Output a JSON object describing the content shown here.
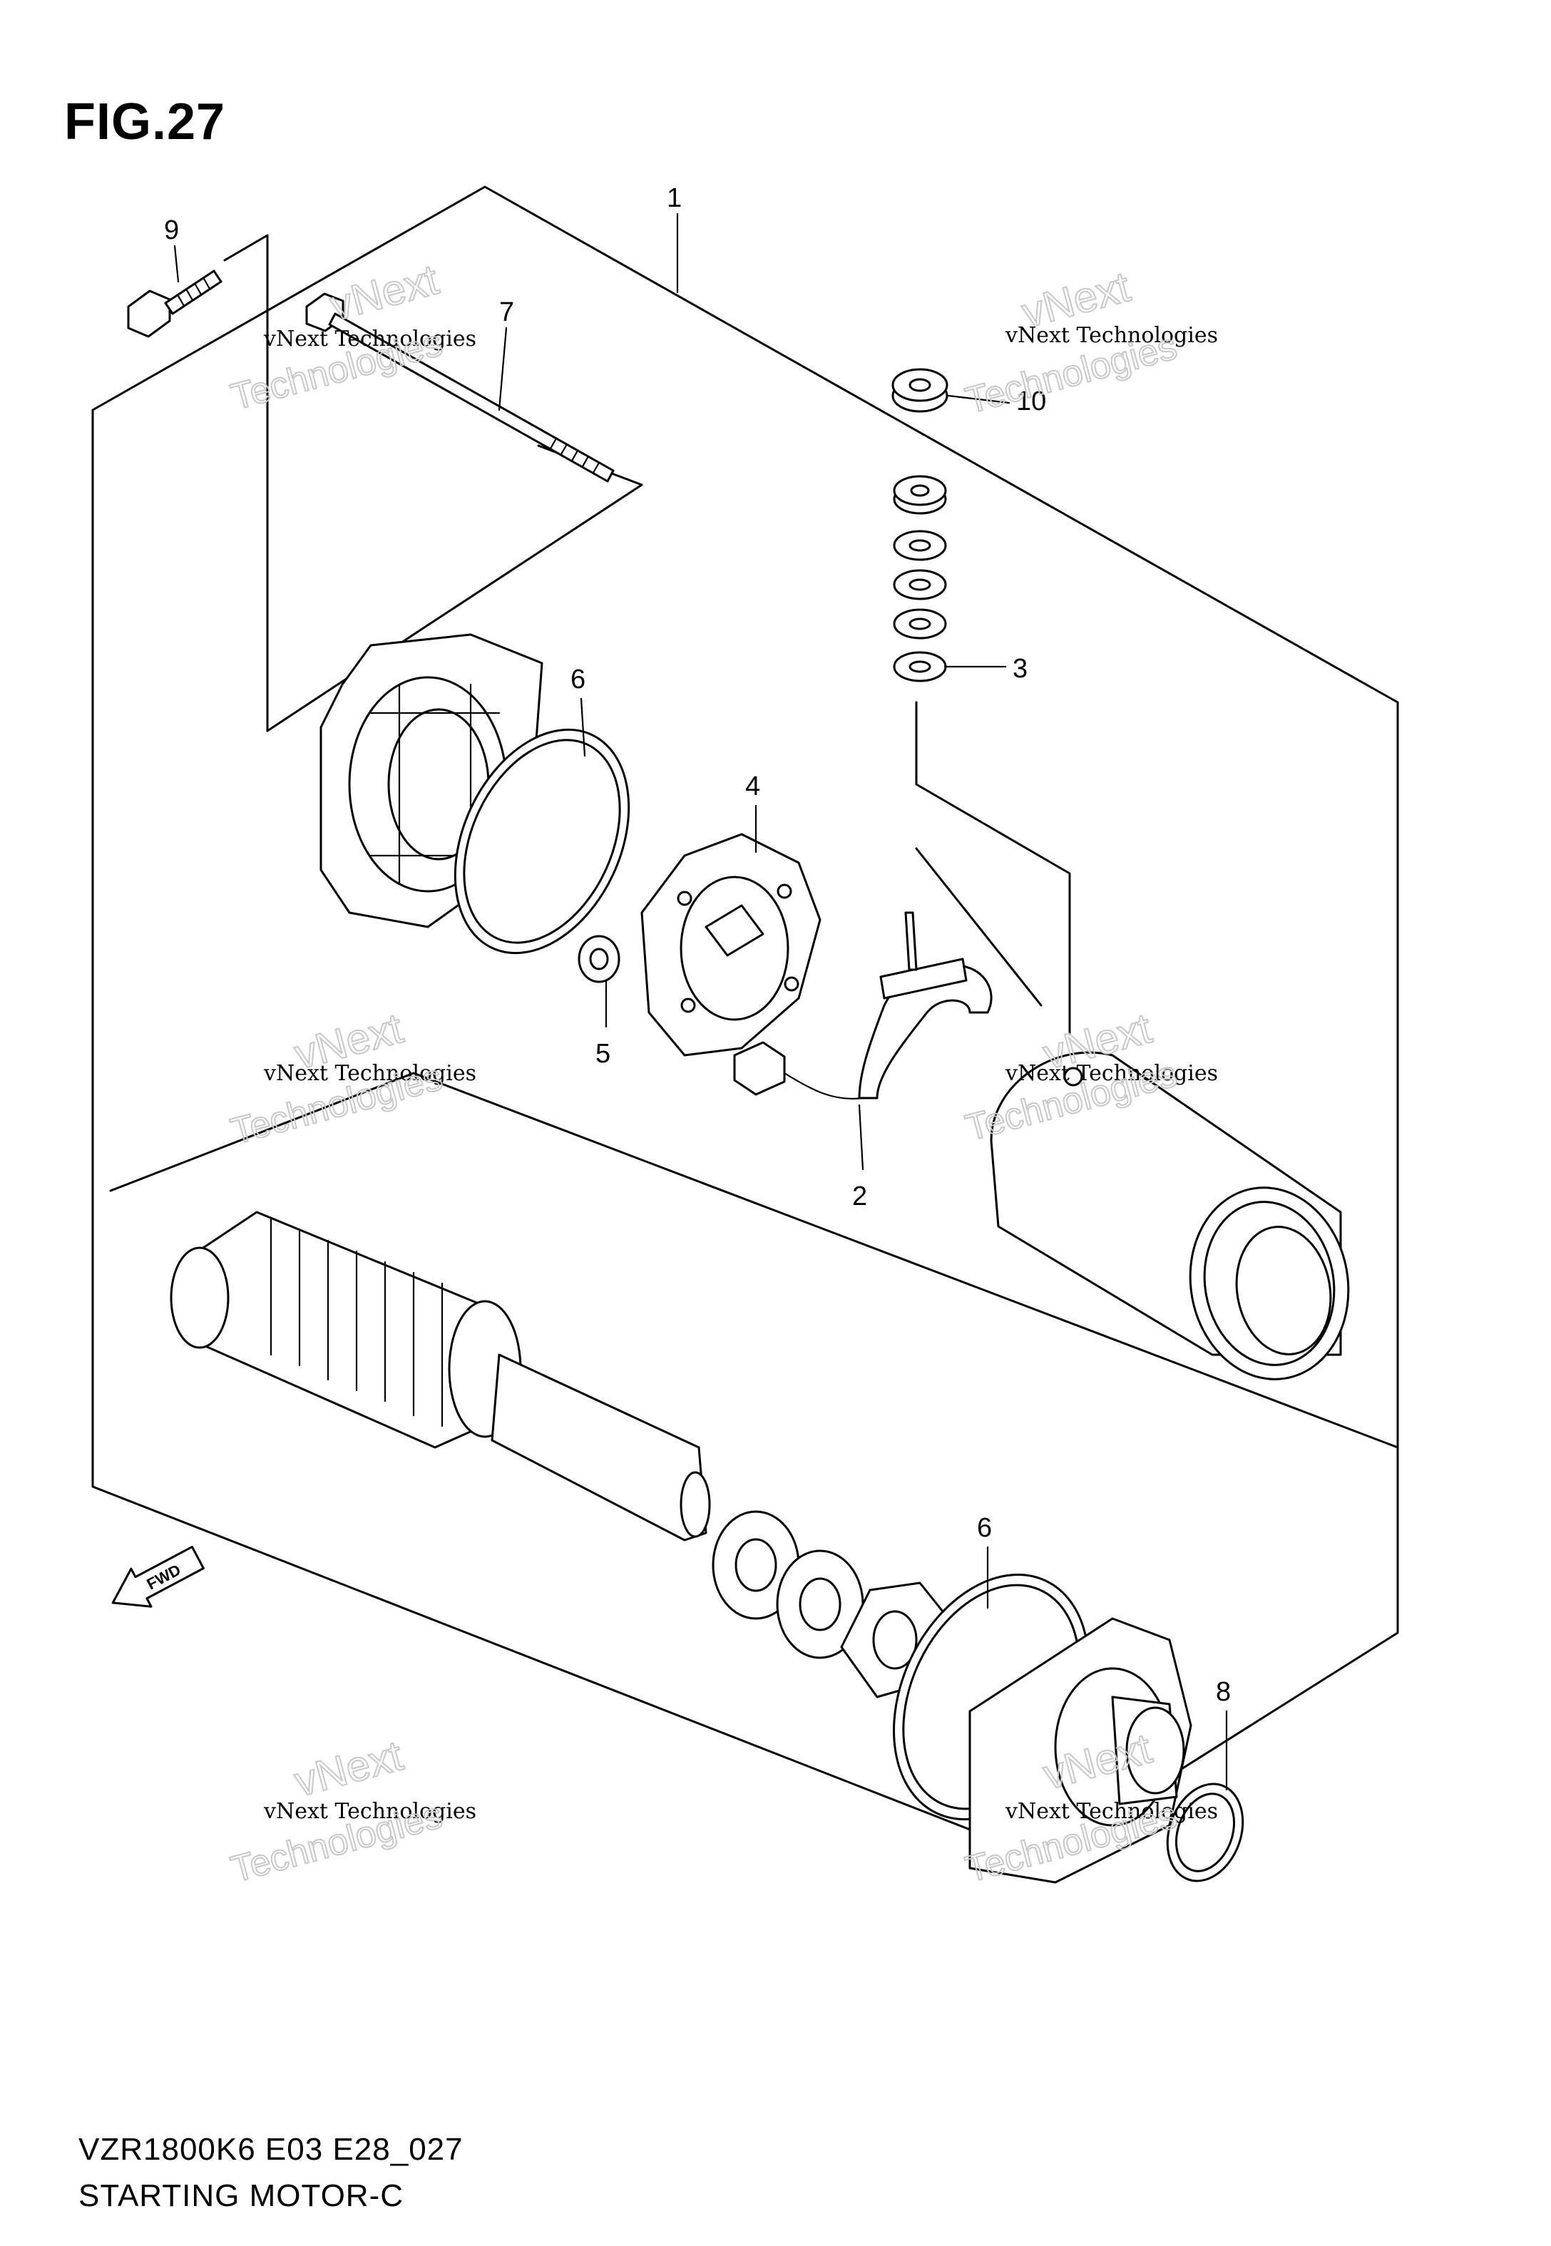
{
  "figure": {
    "title": "FIG.27"
  },
  "footer": {
    "model_code": "VZR1800K6 E03 E28_027",
    "diagram_name": "STARTING MOTOR-C"
  },
  "callouts": [
    {
      "id": "c1",
      "label": "1"
    },
    {
      "id": "c2",
      "label": "2"
    },
    {
      "id": "c3",
      "label": "3"
    },
    {
      "id": "c4",
      "label": "4"
    },
    {
      "id": "c5",
      "label": "5"
    },
    {
      "id": "c6a",
      "label": "6"
    },
    {
      "id": "c6b",
      "label": "6"
    },
    {
      "id": "c7",
      "label": "7"
    },
    {
      "id": "c8",
      "label": "8"
    },
    {
      "id": "c9",
      "label": "9"
    },
    {
      "id": "c10",
      "label": "10"
    }
  ],
  "watermark": {
    "company": "vNext Technologies",
    "line1": "vNext",
    "line2": "Technologies"
  },
  "direction_marker": {
    "label": "FWD"
  }
}
